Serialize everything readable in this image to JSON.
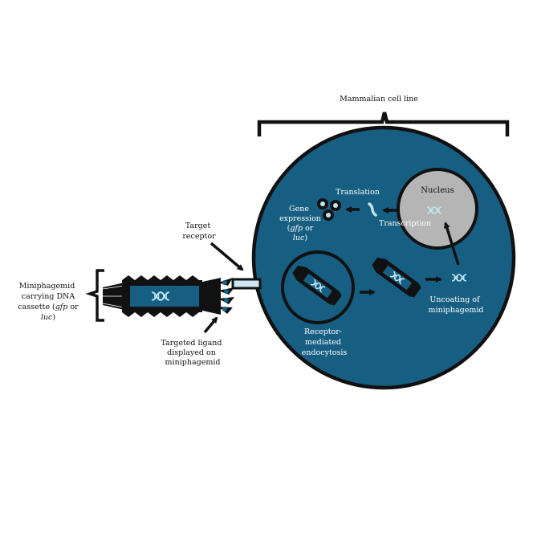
{
  "labels": {
    "cell_line": "Mammalian cell line",
    "nucleus": "Nucleus",
    "translation": "Translation",
    "transcription": "Transcription",
    "gene_expression_1": "Gene",
    "gene_expression_2": "expression",
    "gene_expression_3a": "(",
    "gene_expression_3b": "gfp",
    "gene_expression_3c": " or",
    "gene_expression_4a": "luc",
    "gene_expression_4b": ")",
    "target_receptor_1": "Target",
    "target_receptor_2": "receptor",
    "miniphagemid_1": "Miniphagemid",
    "miniphagemid_2": "carrying DNA",
    "miniphagemid_3a": "cassette (",
    "miniphagemid_3b": "gfp",
    "miniphagemid_3c": " or",
    "miniphagemid_4a": "luc",
    "miniphagemid_4b": ")",
    "ligand_1": "Targeted ligand",
    "ligand_2": "displayed on",
    "ligand_3": "miniphagemid",
    "endocytosis_1": "Receptor-",
    "endocytosis_2": "mediated",
    "endocytosis_3": "endocytosis",
    "uncoating_1": "Uncoating of",
    "uncoating_2": "miniphagemid"
  },
  "colors": {
    "cell": "#175f82",
    "nucleus": "#b5b5b5",
    "outline": "#111111",
    "dna": "#bfe4f2",
    "receptor": "#cfe7f2"
  }
}
